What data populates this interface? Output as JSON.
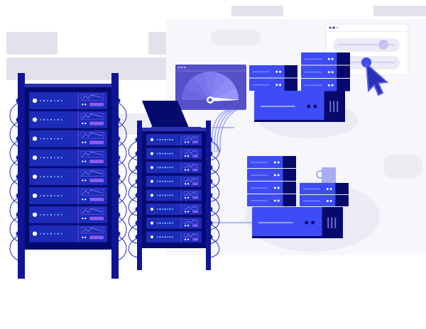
{
  "colors": {
    "panel_bg": "#f7f7fb",
    "placeholder": "#e2e2ec",
    "rack_dark": "#0f1595",
    "rack_navy": "#050a6e",
    "unit_blue": "#1c2bb8",
    "server_blue": "#3d4cf5",
    "server_side": "#07096b",
    "gauge_window": "#5650c8",
    "accent_purple": "#8a5cf0",
    "light_line": "#9aa0ff"
  },
  "racks": {
    "large_units": 8,
    "small_units": 8
  },
  "servers": {
    "top_left_units": 2,
    "top_right_units": 3,
    "bottom_left_units": 4,
    "bottom_right_units": 2
  }
}
